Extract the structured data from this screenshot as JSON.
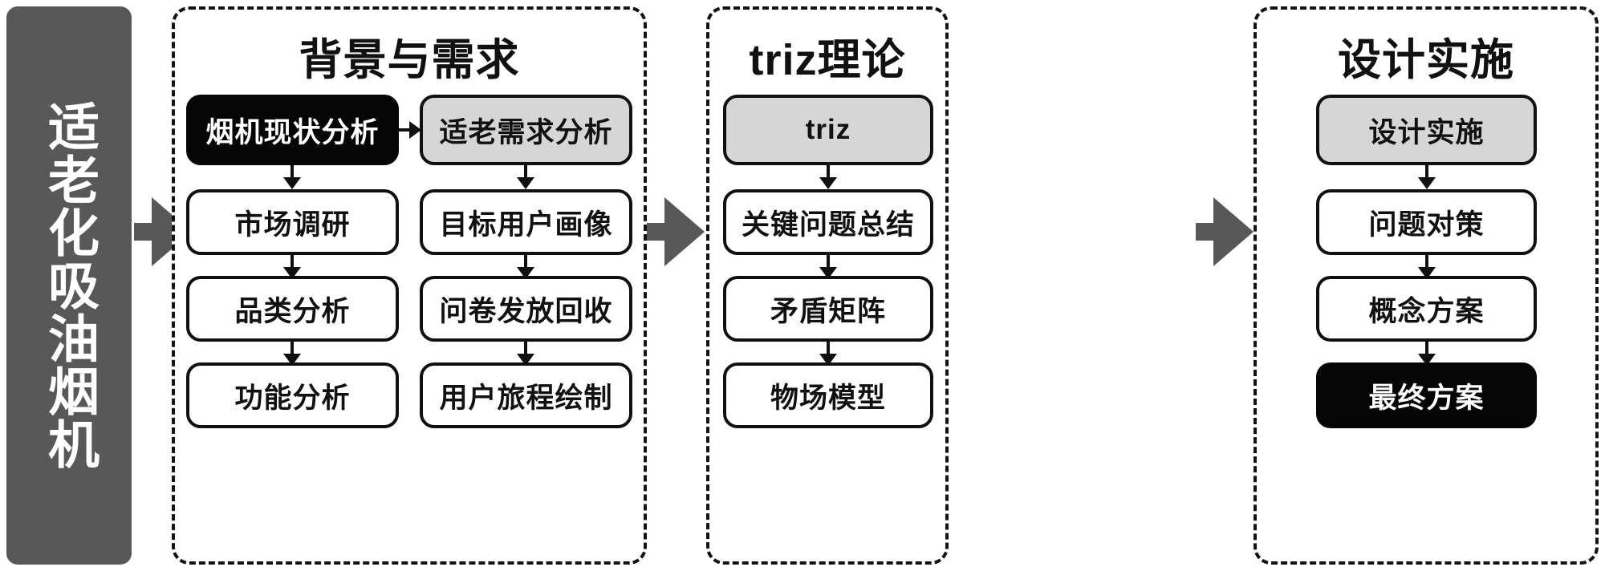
{
  "banner": {
    "label": "适老化吸油烟机",
    "color": "#585858",
    "text_color": "#ffffff"
  },
  "colors": {
    "highlight_black": "#050505",
    "highlight_gray": "#d6d6d6",
    "default_white": "#ffffff",
    "outline": "#101010",
    "arrow_gray": "#585858"
  },
  "flow_arrows": [
    {
      "name": "banner-to-background"
    },
    {
      "name": "background-to-triz"
    },
    {
      "name": "triz-to-design"
    }
  ],
  "groups": [
    {
      "title": "背景与需求",
      "columns": [
        {
          "nodes": [
            {
              "label": "烟机现状分析",
              "style": "fill-black"
            },
            {
              "label": "市场调研",
              "style": "fill-white"
            },
            {
              "label": "品类分析",
              "style": "fill-white"
            },
            {
              "label": "功能分析",
              "style": "fill-white"
            }
          ]
        },
        {
          "nodes": [
            {
              "label": "适老需求分析",
              "style": "fill-gray"
            },
            {
              "label": "目标用户画像",
              "style": "fill-white"
            },
            {
              "label": "问卷发放回收",
              "style": "fill-white"
            },
            {
              "label": "用户旅程绘制",
              "style": "fill-white"
            }
          ]
        }
      ]
    },
    {
      "title": "triz理论",
      "columns": [
        {
          "nodes": [
            {
              "label": "triz",
              "style": "fill-gray"
            },
            {
              "label": "关键问题总结",
              "style": "fill-white"
            },
            {
              "label": "矛盾矩阵",
              "style": "fill-white"
            },
            {
              "label": "物场模型",
              "style": "fill-white"
            }
          ]
        }
      ]
    },
    {
      "title": "设计实施",
      "columns": [
        {
          "nodes": [
            {
              "label": "设计实施",
              "style": "fill-gray"
            },
            {
              "label": "问题对策",
              "style": "fill-white"
            },
            {
              "label": "概念方案",
              "style": "fill-white"
            },
            {
              "label": "最终方案",
              "style": "fill-black"
            }
          ]
        }
      ]
    }
  ]
}
